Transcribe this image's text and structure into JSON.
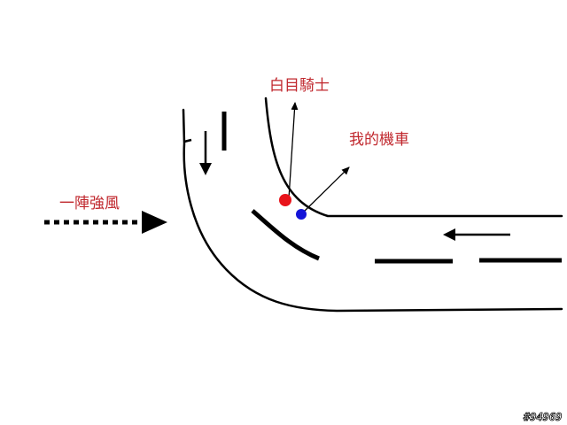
{
  "labels": {
    "white_eyed_rider": "白目騎士",
    "my_scooter": "我的機車",
    "gust_of_wind": "一陣強風"
  },
  "colors": {
    "label_text": "#c0272d",
    "rider_dot": "#e8141b",
    "scooter_dot": "#1414d8",
    "line": "#000000"
  },
  "watermark": "#94969"
}
